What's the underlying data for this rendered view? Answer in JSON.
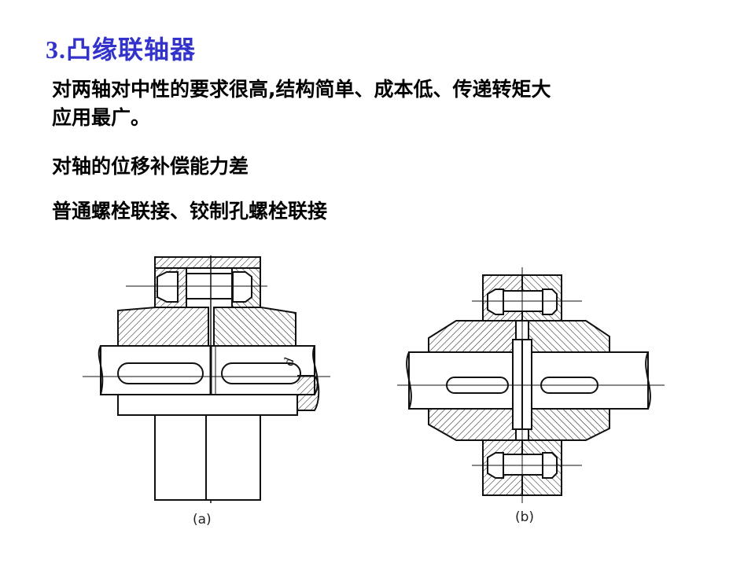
{
  "title": "3.凸缘联轴器",
  "paragraphs": [
    "对两轴对中性的要求很高,结构简单、成本低、传递转矩大",
    "应用最广。",
    "对轴的位移补偿能力差",
    "普通螺栓联接、铰制孔螺栓联接"
  ],
  "figure": {
    "caption_a": "(a)",
    "caption_b": "(b)",
    "dimension_label": "d"
  }
}
